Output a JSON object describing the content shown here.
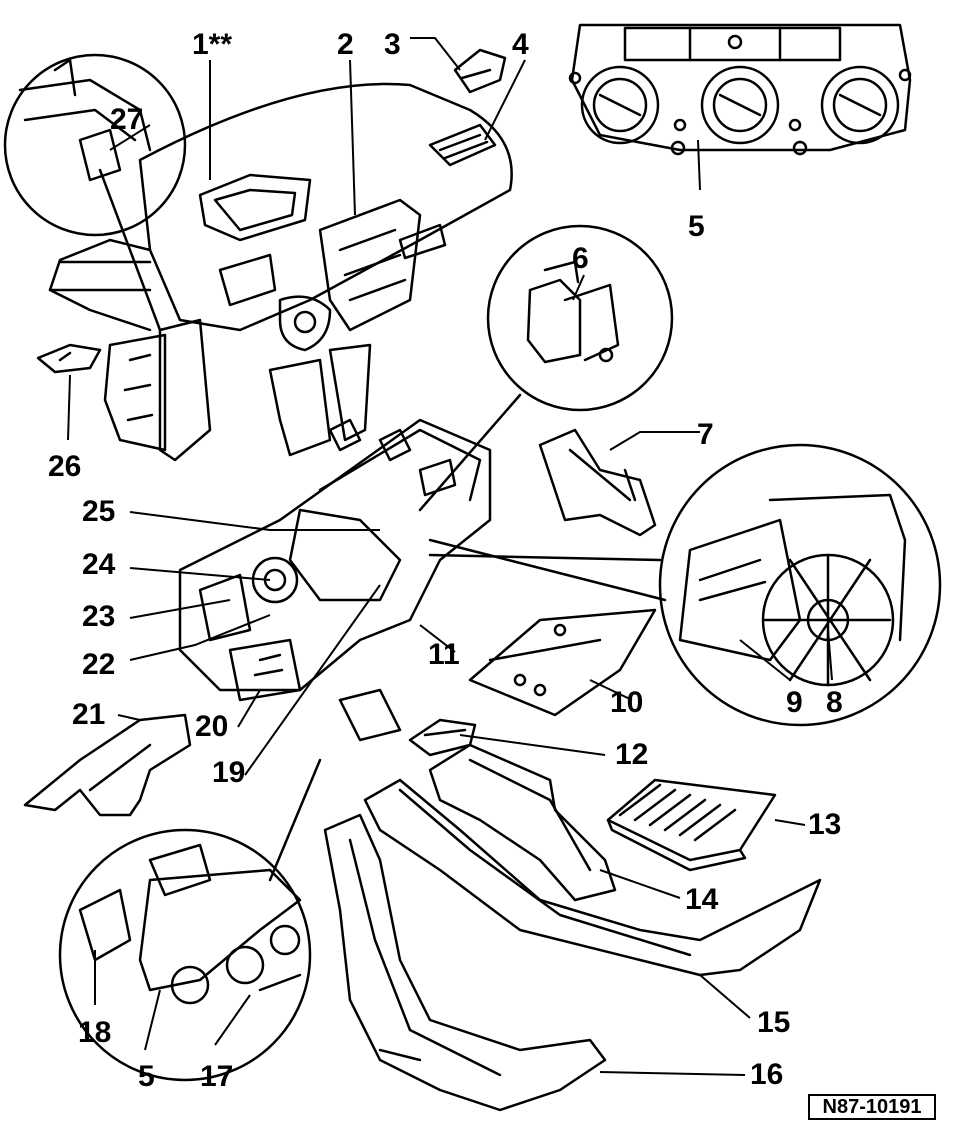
{
  "colors": {
    "ink": "#000000",
    "paper": "#ffffff"
  },
  "callouts": {
    "c1": "1**",
    "c2": "2",
    "c3": "3",
    "c4": "4",
    "c5_top": "5",
    "c6": "6",
    "c7": "7",
    "c8": "8",
    "c9": "9",
    "c10": "10",
    "c11": "11",
    "c12": "12",
    "c13": "13",
    "c14": "14",
    "c15": "15",
    "c16": "16",
    "c17": "17",
    "c18": "18",
    "c5_bottom": "5",
    "c19": "19",
    "c20": "20",
    "c21": "21",
    "c22": "22",
    "c23": "23",
    "c24": "24",
    "c25": "25",
    "c26": "26",
    "c27": "27"
  },
  "reference_code": "N87-10191"
}
